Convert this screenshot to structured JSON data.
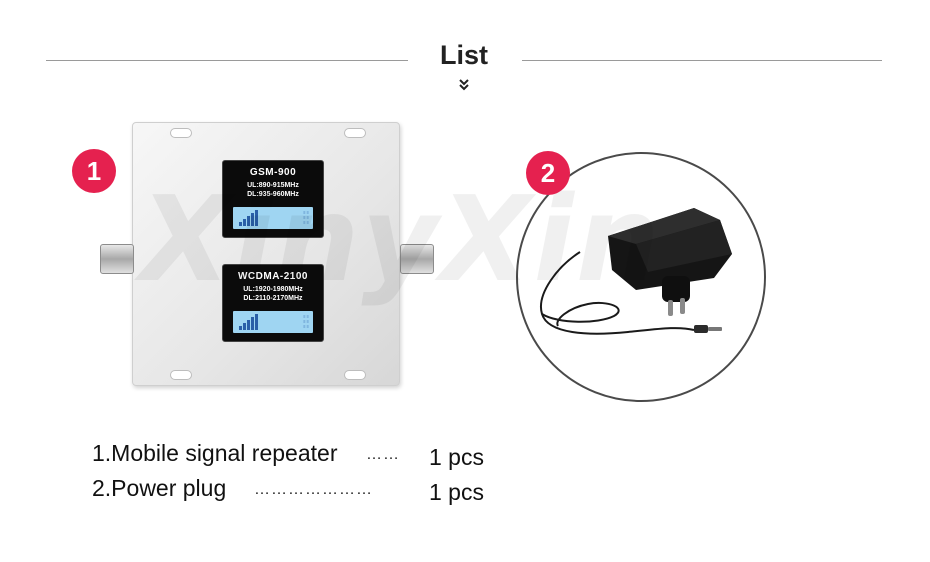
{
  "header": {
    "title": "List"
  },
  "watermark": "XinyXin",
  "badges": [
    "1",
    "2"
  ],
  "device": {
    "screens": [
      {
        "band": "GSM-900",
        "ul": "UL:890-915MHz",
        "dl": "DL:935-960MHz"
      },
      {
        "band": "WCDMA-2100",
        "ul": "UL:1920-1980MHz",
        "dl": "DL:2110-2170MHz"
      }
    ]
  },
  "items": [
    {
      "label": "1.Mobile signal repeater",
      "dots": "……",
      "qty": "1 pcs"
    },
    {
      "label": "2.Power plug",
      "dots": "…………………",
      "qty": "1 pcs"
    }
  ],
  "colors": {
    "badge": "#e5214f",
    "rule": "#9a9a9a",
    "lcd_screen": "#9fd5f2"
  }
}
